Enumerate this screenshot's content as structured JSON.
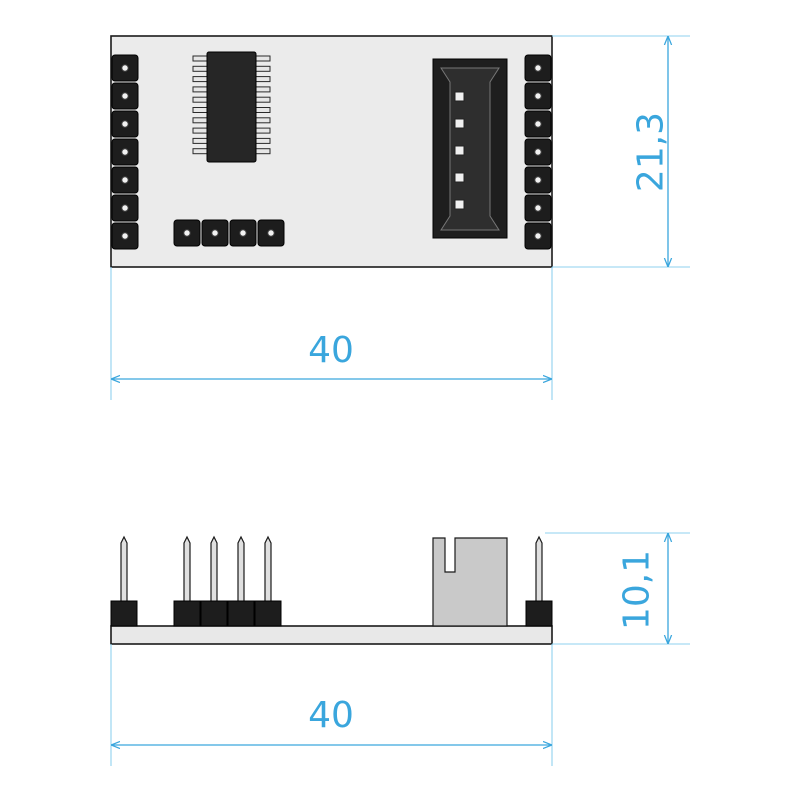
{
  "top_view": {
    "width_label": "40",
    "height_label": "21,3"
  },
  "side_view": {
    "width_label": "40",
    "height_label": "10,1"
  },
  "colors": {
    "dimension": "#3aa6dd",
    "extension": "#8fd0ef",
    "board": "#ebebeb",
    "outline": "#1a1a1a"
  }
}
